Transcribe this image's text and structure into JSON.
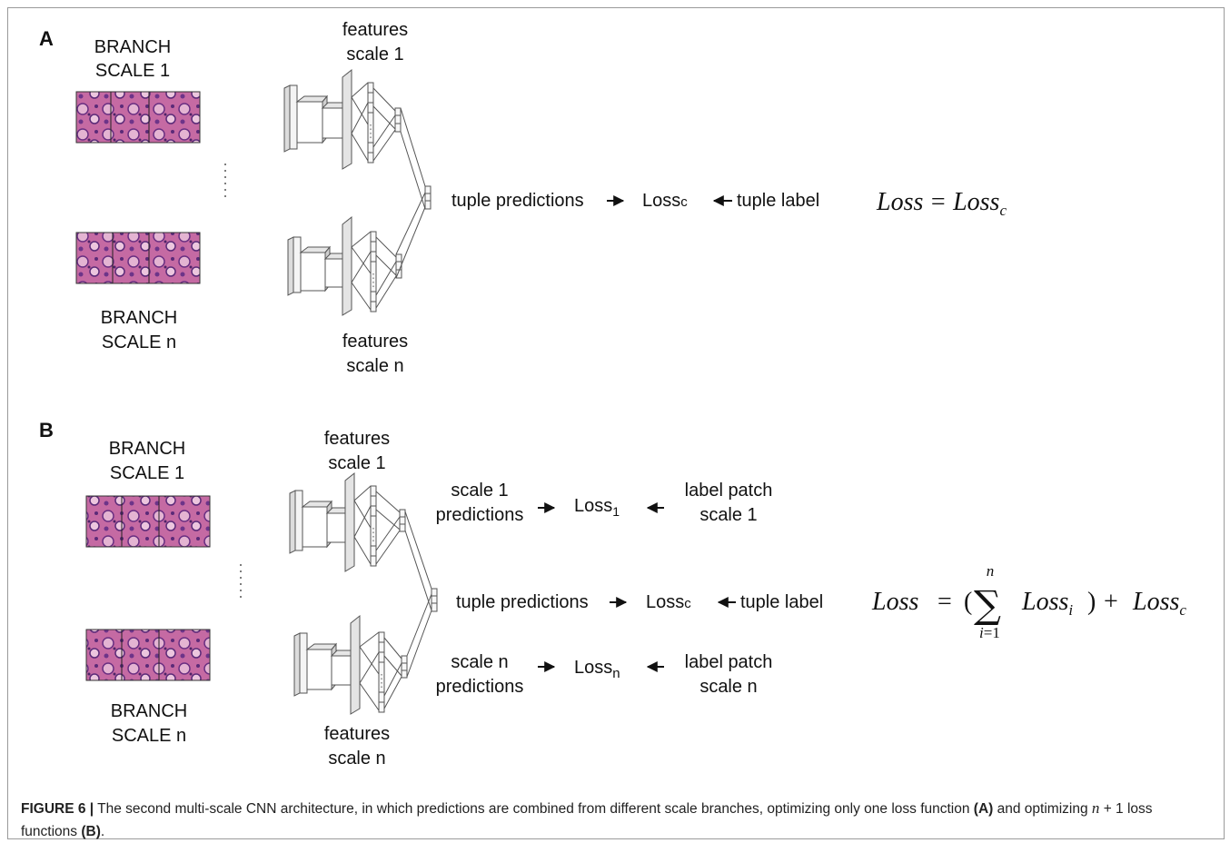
{
  "panels": {
    "A": {
      "label": "A",
      "branch_top": [
        "BRANCH",
        "SCALE 1"
      ],
      "branch_bottom": [
        "BRANCH",
        "SCALE n"
      ],
      "features_top": [
        "features",
        "scale 1"
      ],
      "features_bottom": [
        "features",
        "scale n"
      ],
      "flow": {
        "predictions": "tuple predictions",
        "loss_main": "Loss",
        "loss_sub": "c",
        "label": "tuple label"
      },
      "equation": {
        "lhs": "Loss",
        "eq": "=",
        "rhs": "Loss",
        "rhs_sub": "c"
      }
    },
    "B": {
      "label": "B",
      "branch_top": [
        "BRANCH",
        "SCALE 1"
      ],
      "branch_bottom": [
        "BRANCH",
        "SCALE n"
      ],
      "features_top": [
        "features",
        "scale 1"
      ],
      "features_bottom": [
        "features",
        "scale n"
      ],
      "flow_top": {
        "predictions": [
          "scale 1",
          "predictions"
        ],
        "loss_main": "Loss",
        "loss_sub": "1",
        "label": [
          "label patch",
          "scale 1"
        ]
      },
      "flow_mid": {
        "predictions": "tuple predictions",
        "loss_main": "Loss",
        "loss_sub": "c",
        "label": "tuple label"
      },
      "flow_bottom": {
        "predictions": [
          "scale n",
          "predictions"
        ],
        "loss_main": "Loss",
        "loss_sub": "n",
        "label": [
          "label patch",
          "scale n"
        ]
      },
      "equation": {
        "lhs": "Loss",
        "eq": "=",
        "open": "(",
        "sigma": "∑",
        "sum_top": "n",
        "sum_bottom_var": "i",
        "sum_bottom_eq": "=1",
        "term": "Loss",
        "term_sub": "i",
        "close": ")",
        "plus": "+",
        "last": "Loss",
        "last_sub": "c"
      }
    }
  },
  "caption": {
    "figure": "FIGURE 6 |",
    "text1": " The second multi-scale CNN architecture, in which predictions are combined from different scale branches, optimizing only one loss function ",
    "ref_a": "(A)",
    "text2": " and optimizing ",
    "n": "n",
    "text3": " + 1 loss functions ",
    "ref_b": "(B)",
    "text4": "."
  },
  "colors": {
    "tissue_bg": "#c0649e",
    "tissue_light": "#e6b6d4",
    "tissue_dark": "#5a2a76",
    "frame": "#9a9a9a"
  }
}
